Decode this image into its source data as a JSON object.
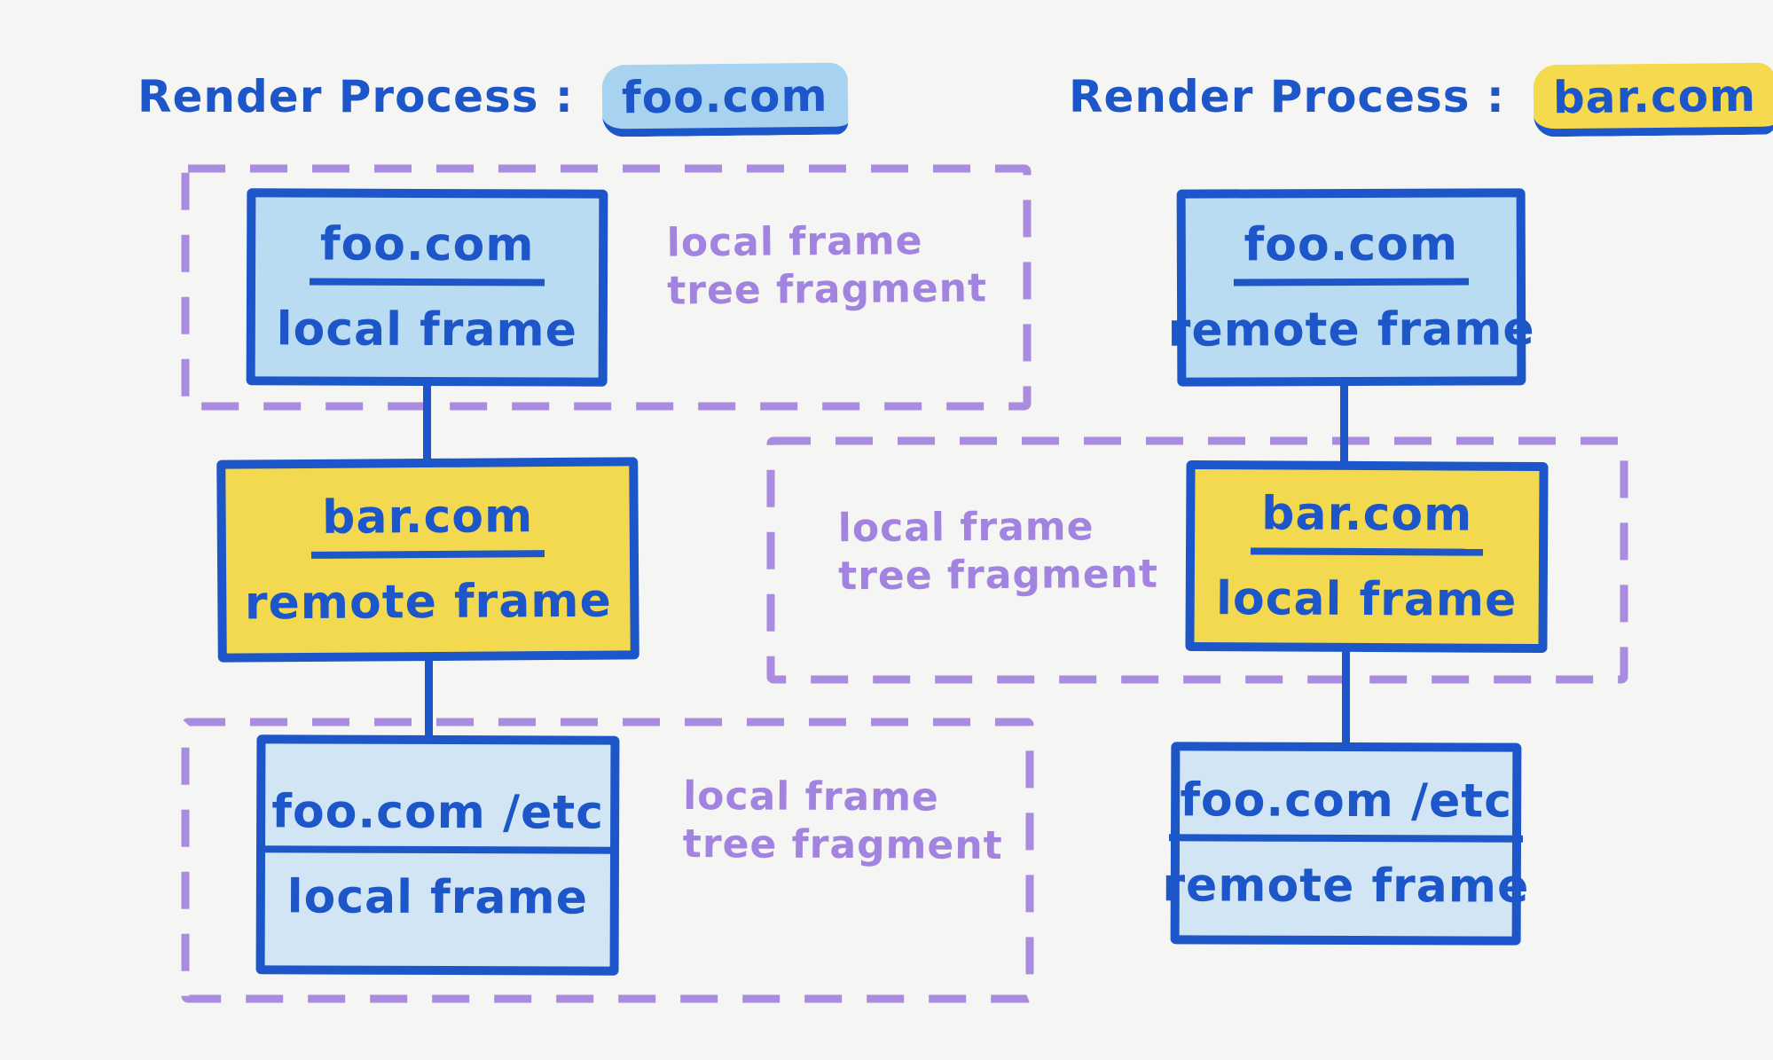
{
  "diagram": {
    "left_process": {
      "title_prefix": "Render Process :",
      "title_domain": "foo.com",
      "nodes": [
        {
          "domain": "foo.com",
          "frame_type": "local frame"
        },
        {
          "domain": "bar.com",
          "frame_type": "remote frame"
        },
        {
          "domain": "foo.com /etc",
          "frame_type": "local frame"
        }
      ],
      "fragment_labels": [
        {
          "line1": "local frame",
          "line2": "tree fragment"
        },
        {
          "line1": "local frame",
          "line2": "tree fragment"
        }
      ]
    },
    "right_process": {
      "title_prefix": "Render Process :",
      "title_domain": "bar.com",
      "nodes": [
        {
          "domain": "foo.com",
          "frame_type": "remote frame"
        },
        {
          "domain": "bar.com",
          "frame_type": "local frame"
        },
        {
          "domain": "foo.com /etc",
          "frame_type": "remote frame"
        }
      ],
      "fragment_labels": [
        {
          "line1": "local frame",
          "line2": "tree fragment"
        }
      ]
    },
    "colors": {
      "ink_blue": "#1d56c9",
      "light_blue_fill": "#b9dcf2",
      "pale_blue_fill": "#d2e5f4",
      "yellow_fill": "#f2d950",
      "purple": "#a283e0",
      "highlight_blue": "#a8d3f0",
      "highlight_yellow": "#f5d94e",
      "background": "#f5f5f3"
    }
  }
}
